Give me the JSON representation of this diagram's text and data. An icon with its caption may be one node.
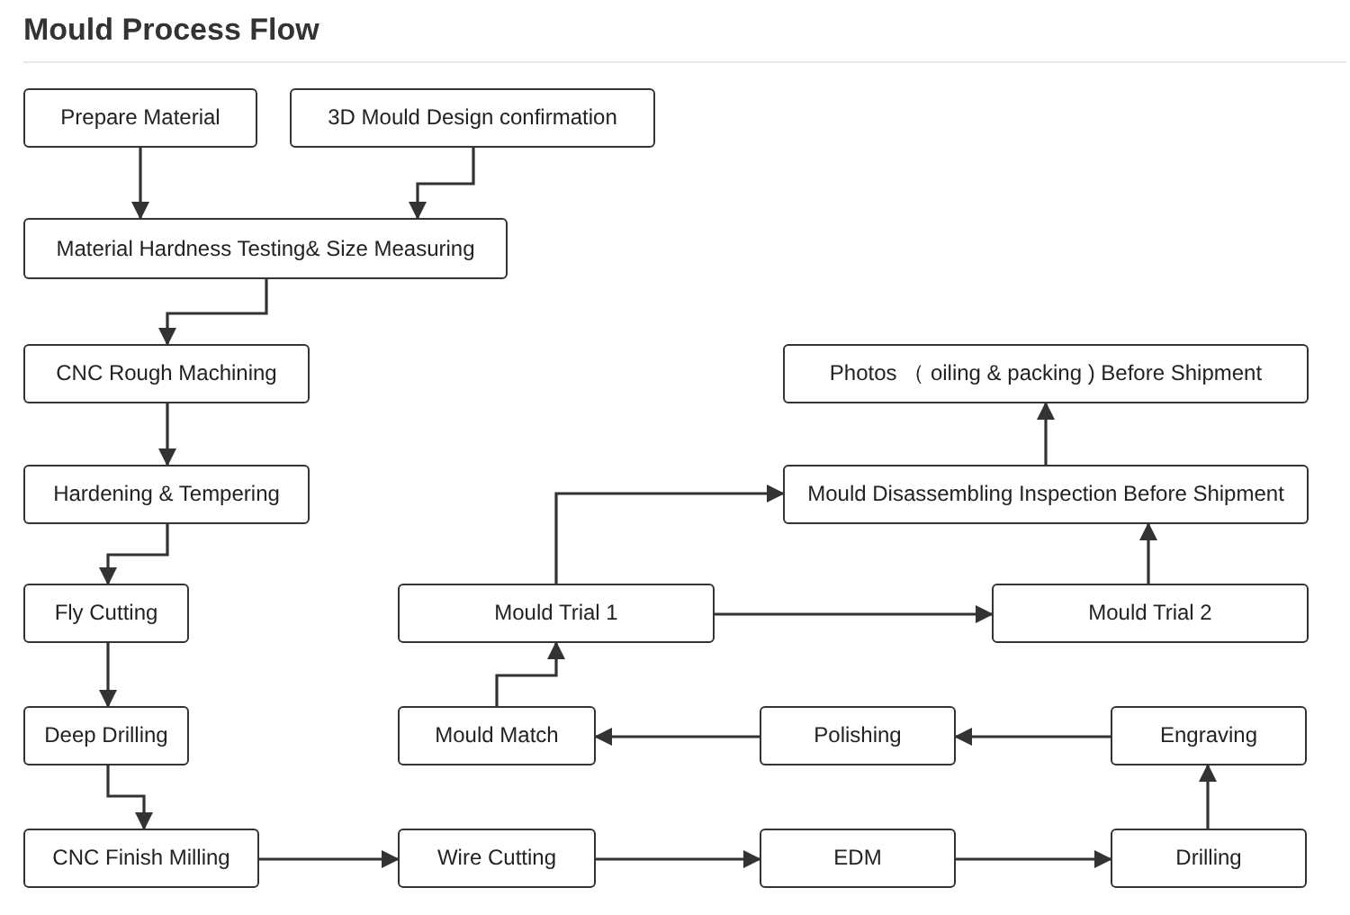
{
  "diagram": {
    "title": "Mould Process Flow",
    "nodes": [
      {
        "text": [
          "Prepare Material"
        ]
      },
      {
        "text": [
          "3D Mould Design confirmation"
        ]
      },
      {
        "text": [
          "Material Hardness Testing& Size Measuring"
        ]
      },
      {
        "text": [
          "CNC Rough Machining"
        ]
      },
      {
        "text": [
          "Hardening & Tempering"
        ]
      },
      {
        "text": [
          "Fly Cutting"
        ]
      },
      {
        "text": [
          "Deep Drilling"
        ]
      },
      {
        "text": [
          "CNC Finish Milling"
        ]
      },
      {
        "text": [
          "Wire Cutting"
        ]
      },
      {
        "text": [
          "EDM"
        ]
      },
      {
        "text": [
          "Drilling"
        ]
      },
      {
        "text": [
          "Engraving"
        ]
      },
      {
        "text": [
          "Polishing"
        ]
      },
      {
        "text": [
          "Mould Match"
        ]
      },
      {
        "text": [
          "Mould Trial 1"
        ]
      },
      {
        "text": [
          "Mould Trial 2"
        ]
      },
      {
        "text": [
          "Mould Disassembling Inspection Before Shipment"
        ]
      },
      {
        "text": [
          "Photos （ oiling & packing ) Before Shipment"
        ]
      }
    ],
    "edges": [
      {
        "from": 0,
        "to": 2,
        "arrow": "to"
      },
      {
        "from": 1,
        "to": 2,
        "arrow": "to"
      },
      {
        "from": 2,
        "to": 3,
        "arrow": "to"
      },
      {
        "from": 3,
        "to": 4,
        "arrow": "to"
      },
      {
        "from": 4,
        "to": 5,
        "arrow": "to"
      },
      {
        "from": 5,
        "to": 6,
        "arrow": "to"
      },
      {
        "from": 6,
        "to": 7,
        "arrow": "to"
      },
      {
        "from": 7,
        "to": 8,
        "arrow": "to"
      },
      {
        "from": 8,
        "to": 9,
        "arrow": "to"
      },
      {
        "from": 9,
        "to": 10,
        "arrow": "to"
      },
      {
        "from": 10,
        "to": 11,
        "arrow": "to"
      },
      {
        "from": 11,
        "to": 12,
        "arrow": "to"
      },
      {
        "from": 12,
        "to": 13,
        "arrow": "to"
      },
      {
        "from": 13,
        "to": 14,
        "arrow": "to"
      },
      {
        "from": 14,
        "to": 16,
        "arrow": "to"
      },
      {
        "from": 14,
        "to": 15,
        "arrow": "to"
      },
      {
        "from": 15,
        "to": 16,
        "arrow": "to"
      },
      {
        "from": 16,
        "to": 17,
        "arrow": "to"
      }
    ]
  }
}
